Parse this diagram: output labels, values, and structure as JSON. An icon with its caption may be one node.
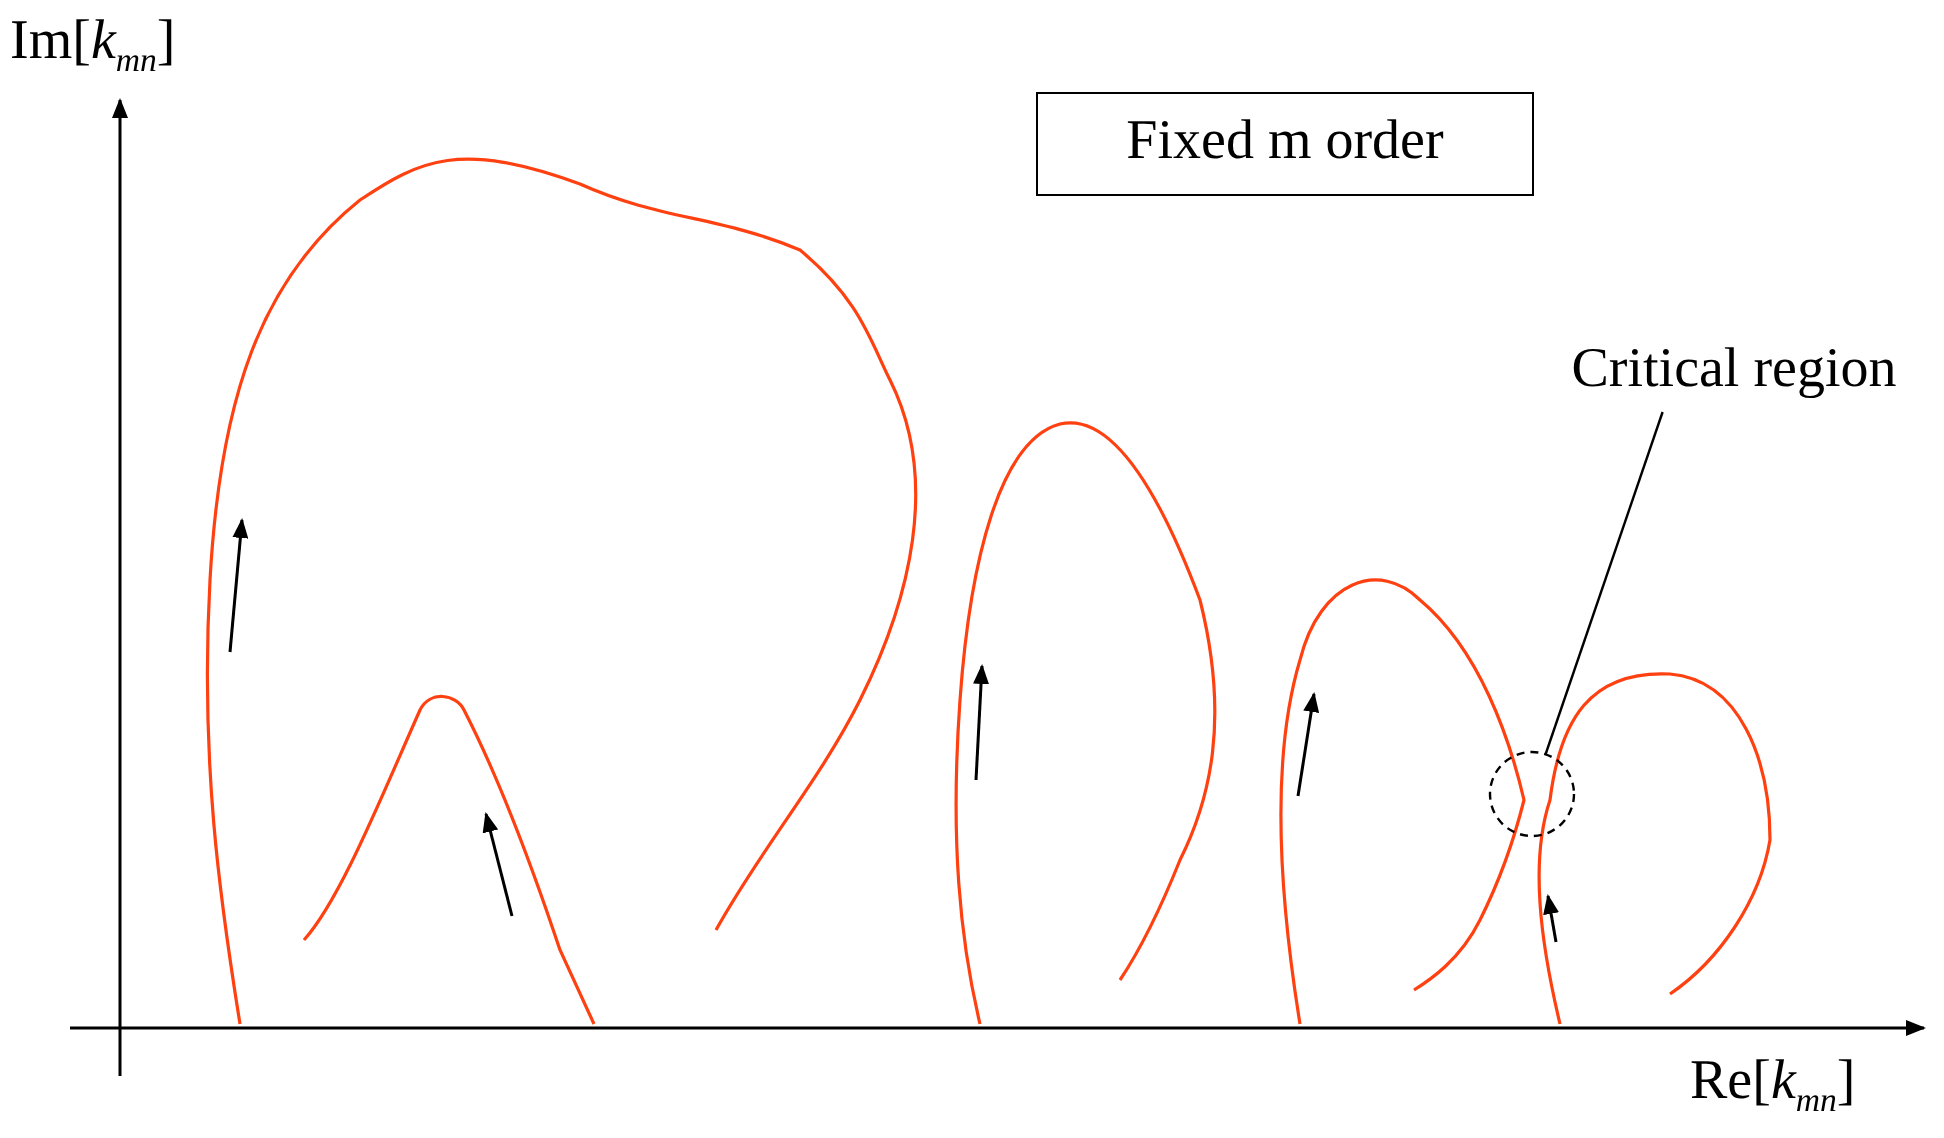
{
  "diagram": {
    "nodes": [
      {
        "text": [
          "Fixed m order"
        ]
      },
      {
        "text": [
          "Critical region"
        ]
      },
      {
        "text": [],
        "shape": "circle"
      }
    ],
    "edges": [
      {
        "from": 1,
        "to": 2,
        "arrow": "none"
      }
    ],
    "labels": [
      "Im[*k*$_{mn}$]",
      "Re[*k*$_{mn}$]"
    ]
  }
}
